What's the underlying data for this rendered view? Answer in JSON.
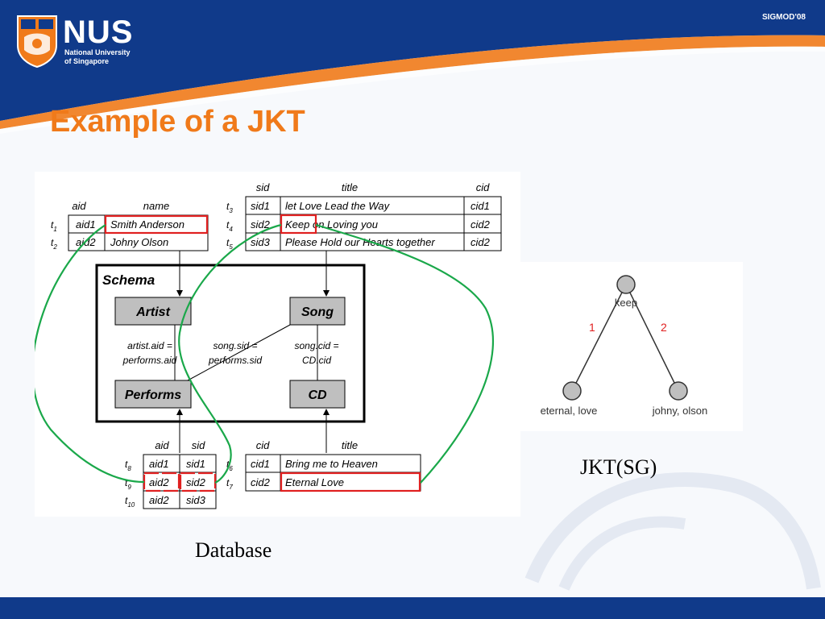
{
  "brand": {
    "name": "NUS",
    "line1": "National University",
    "line2": "of Singapore",
    "colors": {
      "primary": "#103a8a",
      "accent": "#f07a1a"
    }
  },
  "conference": "SIGMOD'08",
  "title": "Example of a JKT",
  "database": {
    "artist_table": {
      "headers": [
        "aid",
        "name"
      ],
      "rows": [
        {
          "tuple": "t",
          "sub": "1",
          "cells": [
            "aid1",
            "Smith Anderson"
          ]
        },
        {
          "tuple": "t",
          "sub": "2",
          "cells": [
            "aid2",
            "Johny Olson"
          ]
        }
      ]
    },
    "song_table": {
      "headers": [
        "sid",
        "title",
        "cid"
      ],
      "rows": [
        {
          "tuple": "t",
          "sub": "3",
          "cells": [
            "sid1",
            "let Love Lead the Way",
            "cid1"
          ]
        },
        {
          "tuple": "t",
          "sub": "4",
          "cells": [
            "sid2",
            "Keep on Loving you",
            "cid2"
          ]
        },
        {
          "tuple": "t",
          "sub": "5",
          "cells": [
            "sid3",
            "Please Hold our Hearts together",
            "cid2"
          ]
        }
      ]
    },
    "performs_table": {
      "headers": [
        "aid",
        "sid"
      ],
      "rows": [
        {
          "tuple": "t",
          "sub": "8",
          "cells": [
            "aid1",
            "sid1"
          ]
        },
        {
          "tuple": "t",
          "sub": "9",
          "cells": [
            "aid2",
            "sid2"
          ]
        },
        {
          "tuple": "t",
          "sub": "10",
          "cells": [
            "aid2",
            "sid3"
          ]
        }
      ]
    },
    "cd_table": {
      "headers": [
        "cid",
        "title"
      ],
      "rows": [
        {
          "tuple": "t",
          "sub": "6",
          "cells": [
            "cid1",
            "Bring me to Heaven"
          ]
        },
        {
          "tuple": "t",
          "sub": "7",
          "cells": [
            "cid2",
            "Eternal Love"
          ]
        }
      ]
    },
    "schema": {
      "label": "Schema",
      "nodes": {
        "artist": "Artist",
        "song": "Song",
        "performs": "Performs",
        "cd": "CD"
      },
      "joins": {
        "artist_performs": [
          "artist.aid =",
          "performs.aid"
        ],
        "song_performs": [
          "song.sid =",
          "performs.sid"
        ],
        "song_cd": [
          "song.cid =",
          "CD.cid"
        ]
      }
    },
    "caption": "Database"
  },
  "jkt": {
    "root": "keep",
    "edge_left_label": "1",
    "edge_right_label": "2",
    "leaf_left": "eternal, love",
    "leaf_right": "johny, olson",
    "caption": "JKT(SG)"
  }
}
